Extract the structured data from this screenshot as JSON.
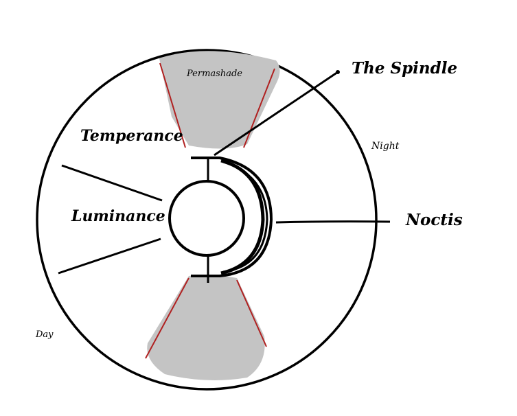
{
  "labels": {
    "spindle": "The Spindle",
    "permashade": "Permashade",
    "temperance": "Temperance",
    "night": "Night",
    "luminance": "Luminance",
    "noctis": "Noctis",
    "day": "Day"
  },
  "colors": {
    "ink": "#000000",
    "shade": "#c4c4c4",
    "edge": "#b02020"
  }
}
